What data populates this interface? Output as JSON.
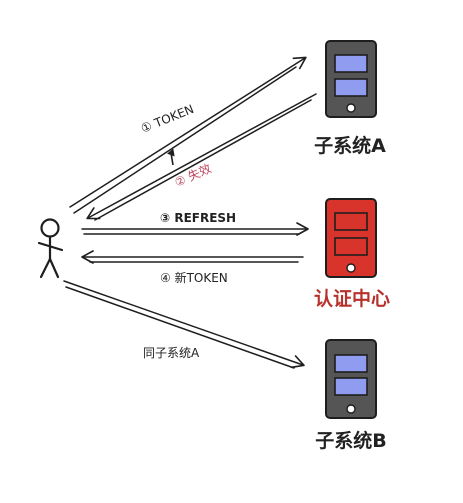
{
  "colors": {
    "ink": "#1e1e1e",
    "device_body": "#555555",
    "screen_block": "#8f9cf0",
    "auth_red": "#d9342b",
    "auth_text": "#b8322b",
    "expired_text": "#c0465e"
  },
  "nodes": {
    "user": {
      "icon": "stick-figure-icon"
    },
    "system_a": {
      "label": "子系统A",
      "icon": "phone-icon"
    },
    "auth_center": {
      "label": "认证中心",
      "icon": "phone-icon"
    },
    "system_b": {
      "label": "子系统B",
      "icon": "phone-icon"
    }
  },
  "arrows": {
    "token": "① TOKEN",
    "expired": "② 失效",
    "refresh": "③ REFRESH",
    "new_token": "④ 新TOKEN",
    "same_token": "同子系统A"
  }
}
